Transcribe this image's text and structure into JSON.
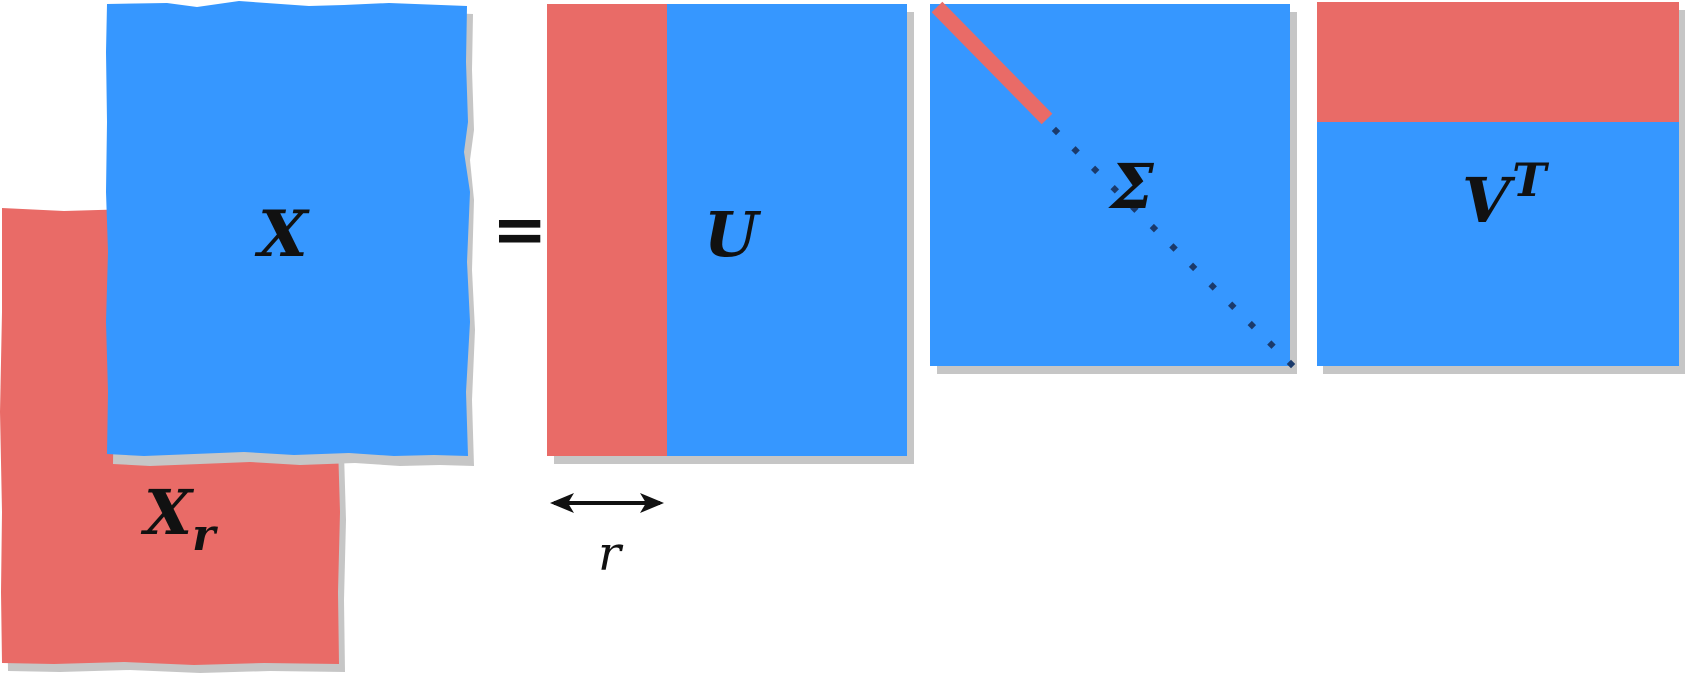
{
  "colors": {
    "blue": "#3697FF",
    "red": "#E96B67",
    "shadow": "#C6C6C6",
    "ink": "#111111",
    "dots": "#1B3A6B"
  },
  "labels": {
    "x": "X",
    "xr_base": "X",
    "xr_sub": "r",
    "equals": "=",
    "u": "U",
    "sigma": "Σ",
    "v": "V",
    "v_sup": "T",
    "r": "r"
  }
}
